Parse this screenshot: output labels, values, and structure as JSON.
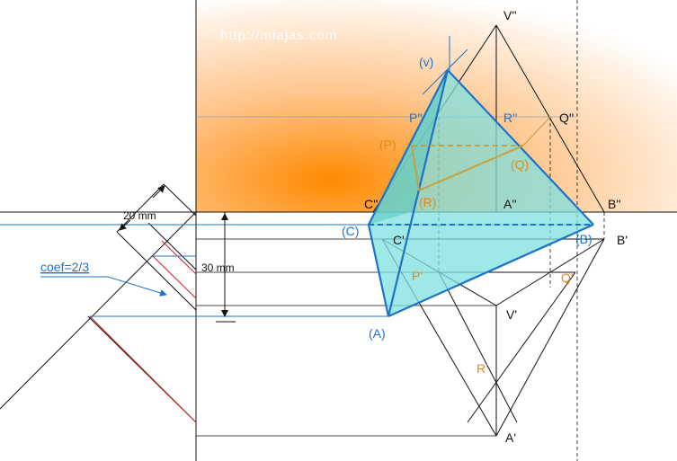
{
  "watermark": "http://miajas.com",
  "labels": {
    "V2": "V''",
    "P2": "P''",
    "R2": "R''",
    "Q2": "Q''",
    "C2": "C''",
    "A2": "A''",
    "B2": "B''",
    "C1": "C'",
    "B1": "B'",
    "P1": "P'",
    "Q1": "Q'",
    "V1": "V'",
    "R1": "R'",
    "A1": "A'",
    "Vr": "(v)",
    "Pr": "(P)",
    "Qr": "(Q)",
    "Rr": "(R)",
    "Cr": "(C)",
    "Br": "(B)",
    "Ar": "(A)"
  },
  "dimensions": {
    "d20": "20 mm",
    "d30": "30 mm"
  },
  "note": "coef=2/3",
  "colors": {
    "accent": "#1e73c8",
    "orange": "#e08a1e",
    "fill": "#7fe0e0"
  }
}
